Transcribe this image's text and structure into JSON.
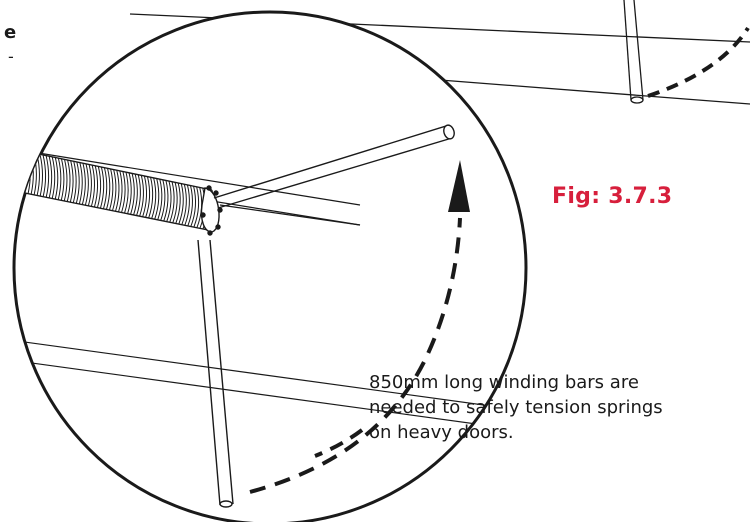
{
  "figure": {
    "label": "Fig: 3.7.3",
    "label_color": "#d71f3c"
  },
  "caption": {
    "lines": [
      "850mm long winding bars are",
      "needed to safely tension springs",
      "on heavy doors."
    ]
  },
  "colors": {
    "line": "#1a1a1a",
    "background": "#ffffff"
  }
}
